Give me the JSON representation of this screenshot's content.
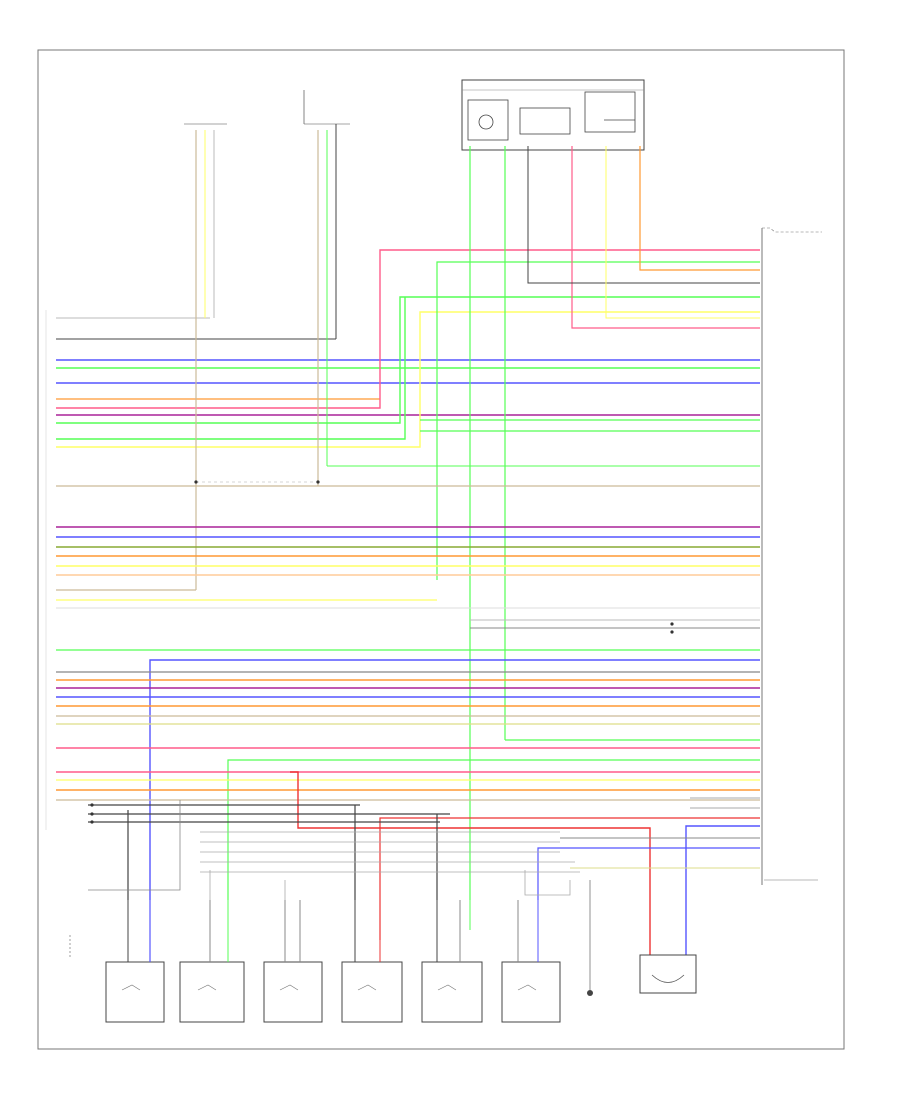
{
  "diagram": {
    "footer_code": "",
    "colors": {
      "wires": [
        "#ff5c8a",
        "#55ff55",
        "#ff9933",
        "#ffff66",
        "#5555ff",
        "#ee3333",
        "#aa2299",
        "#999999",
        "#444444",
        "#dddd88",
        "#ccbb99"
      ]
    },
    "components": [
      {
        "id": "oxygen-sensor-1",
        "label": ""
      },
      {
        "id": "oxygen-sensor-2",
        "label": ""
      },
      {
        "id": "throttle-body-assembly",
        "label": ""
      },
      {
        "id": "engine-control-module",
        "label": ""
      },
      {
        "id": "camshaft-position-sensor",
        "label": ""
      },
      {
        "id": "ignition-coil-1",
        "label": ""
      },
      {
        "id": "ignition-coil-2",
        "label": ""
      },
      {
        "id": "ignition-coil-3",
        "label": ""
      },
      {
        "id": "ignition-coil-4",
        "label": ""
      },
      {
        "id": "ignition-coil-5",
        "label": ""
      },
      {
        "id": "ignition-coil-6",
        "label": ""
      },
      {
        "id": "ground-point",
        "label": ""
      },
      {
        "id": "accelerator-pedal-sensor",
        "label": ""
      }
    ]
  }
}
